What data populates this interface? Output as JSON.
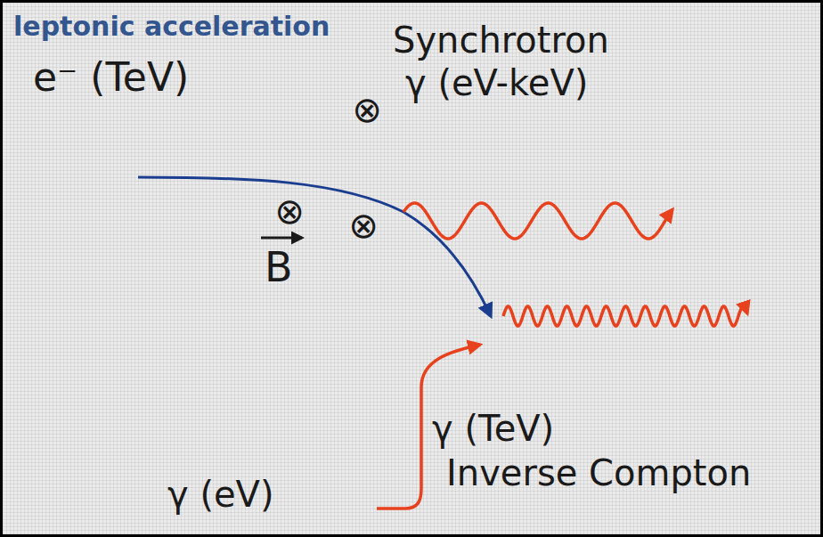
{
  "diagram": {
    "title": "leptonic acceleration",
    "labels": [
      "e⁻ (TeV)",
      "Synchrotron",
      "⊗",
      "γ (eV-keV)",
      "⊗",
      "⊗",
      "B",
      "γ (TeV)",
      "Inverse Compton",
      "γ (eV)"
    ]
  }
}
